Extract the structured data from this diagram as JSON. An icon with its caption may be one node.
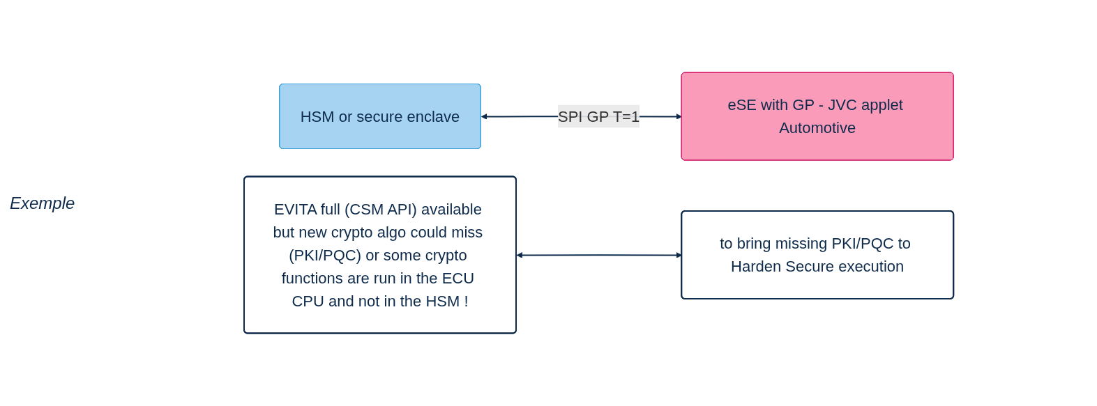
{
  "diagram": {
    "nodes": [
      {
        "text": [
          "HSM or secure enclave"
        ]
      },
      {
        "text": [
          "eSE with GP - JVC applet Automotive"
        ]
      },
      {
        "text": [
          "EVITA full (CSM API) available but new crypto algo could miss (PKI/PQC) or some crypto functions are run in the ECU CPU and not in the HSM !"
        ]
      },
      {
        "text": [
          "to bring missing PKI/PQC to Harden Secure execution"
        ]
      }
    ],
    "edges": [
      {
        "from": 0,
        "to": 1,
        "arrow": "both",
        "label": "SPI GP T=1"
      },
      {
        "from": 2,
        "to": 3,
        "arrow": "both"
      }
    ],
    "labels": [
      "Exemple"
    ]
  }
}
